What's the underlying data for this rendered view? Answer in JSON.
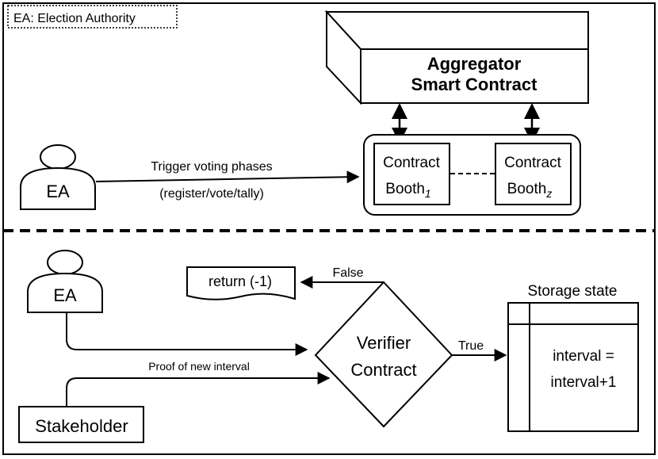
{
  "legend": {
    "label": "EA: Election Authority"
  },
  "top_section": {
    "aggregator": {
      "line1": "Aggregator",
      "line2": "Smart Contract"
    },
    "ea_actor": {
      "label": "EA"
    },
    "trigger_arrow": {
      "label": "Trigger voting phases",
      "sublabel": "(register/vote/tally)"
    },
    "booth_1": {
      "line1": "Contract",
      "line2": "Booth",
      "subscript": "1"
    },
    "booth_z": {
      "line1": "Contract",
      "line2": "Booth",
      "subscript": "z"
    }
  },
  "bottom_section": {
    "ea_actor": {
      "label": "EA"
    },
    "stakeholder": {
      "label": "Stakeholder"
    },
    "proof_arrow": {
      "label": "Proof of new interval"
    },
    "verifier": {
      "line1": "Verifier",
      "line2": "Contract"
    },
    "false_branch": {
      "label": "False",
      "result": "return (-1)"
    },
    "true_branch": {
      "label": "True"
    },
    "storage": {
      "title": "Storage state",
      "line1": "interval =",
      "line2": "interval+1"
    }
  },
  "colors": {
    "stroke": "#000000",
    "background": "#ffffff"
  }
}
